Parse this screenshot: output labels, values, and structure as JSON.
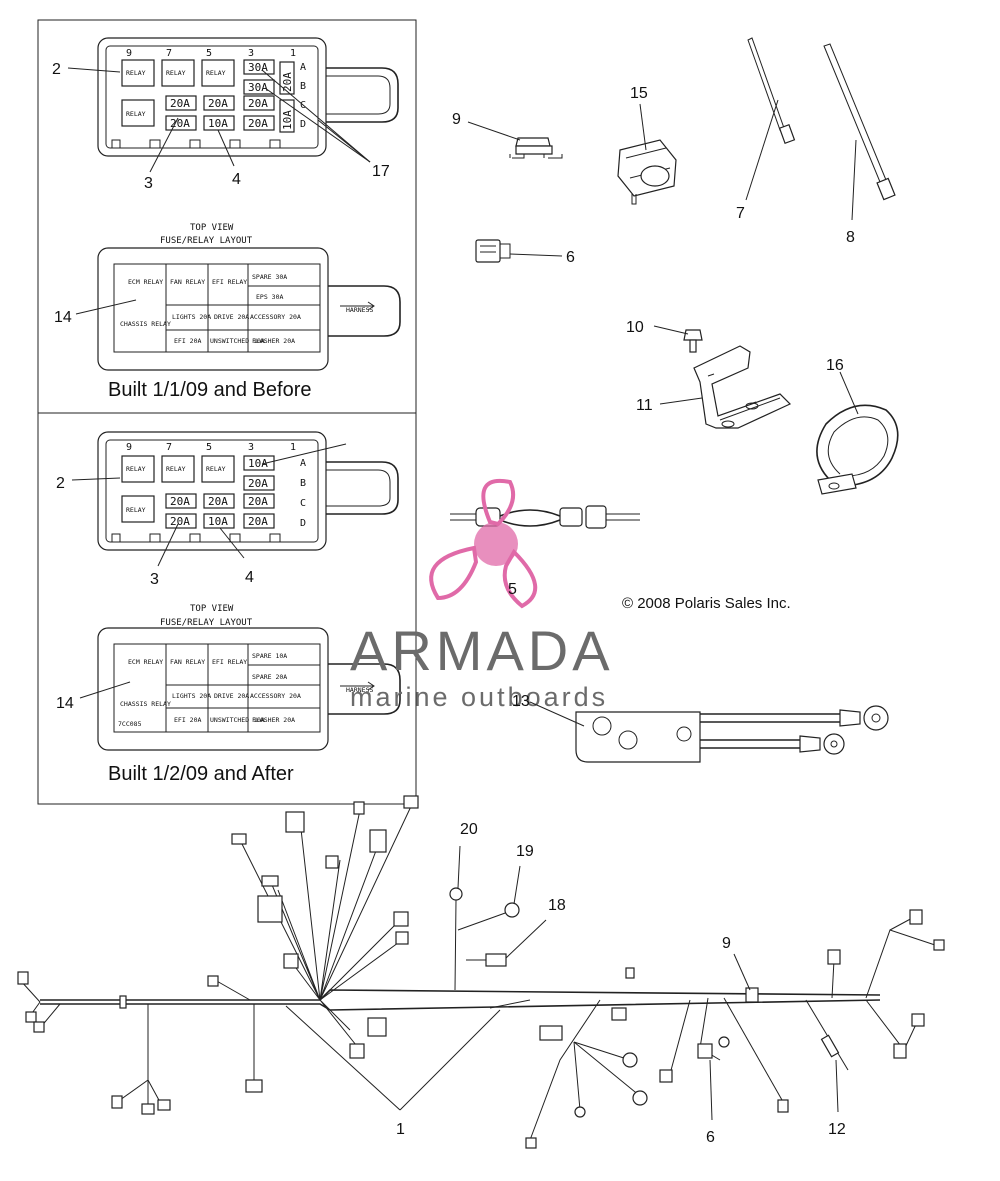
{
  "panel_top": {
    "caption": "Built 1/1/09 and Before",
    "view_title_1": "TOP VIEW",
    "view_title_2": "FUSE/RELAY LAYOUT",
    "col_numbers": [
      "9",
      "7",
      "5",
      "3",
      "1"
    ],
    "row_letters": [
      "A",
      "B",
      "C",
      "D"
    ],
    "relay_label": "RELAY",
    "fuses_row1": [
      "30A",
      "30A"
    ],
    "fuses_row2": [
      "20A",
      "20A",
      "20A"
    ],
    "fuses_row3": [
      "20A",
      "10A",
      "20A"
    ],
    "side_fuses": [
      "20A",
      "10A"
    ],
    "layout_cells": {
      "ecm": "ECM RELAY",
      "fan": "FAN RELAY",
      "efi_relay": "EFI RELAY",
      "spare": "SPARE 30A",
      "eps": "EPS 30A",
      "chassis": "CHASSIS RELAY",
      "lights": "LIGHTS 20A",
      "drive": "DRIVE 20A",
      "accessory": "ACCESSORY 20A",
      "efi_fuse": "EFI 20A",
      "unswitched": "UNSWITCHED 10A",
      "flasher": "FLASHER 20A"
    },
    "harness_tag": "HARNESS",
    "callouts": [
      "2",
      "3",
      "4",
      "14",
      "17"
    ]
  },
  "panel_bottom": {
    "caption": "Built 1/2/09 and After",
    "view_title_1": "TOP VIEW",
    "view_title_2": "FUSE/RELAY LAYOUT",
    "col_numbers": [
      "9",
      "7",
      "5",
      "3",
      "1"
    ],
    "row_letters": [
      "A",
      "B",
      "C",
      "D"
    ],
    "relay_label": "RELAY",
    "fuses_row1": [
      "10A",
      "20A"
    ],
    "fuses_row2": [
      "20A",
      "20A",
      "20A"
    ],
    "fuses_row3": [
      "20A",
      "10A",
      "20A"
    ],
    "layout_cells": {
      "ecm": "ECM RELAY",
      "fan": "FAN RELAY",
      "efi_relay": "EFI RELAY",
      "spare": "SPARE 10A",
      "spare2": "SPARE 20A",
      "chassis": "CHASSIS RELAY",
      "lights": "LIGHTS 20A",
      "drive": "DRIVE 20A",
      "accessory": "ACCESSORY 20A",
      "efi_fuse": "EFI 20A",
      "unswitched": "UNSWITCHED 10A",
      "flasher": "FLASHER 20A"
    },
    "part_code": "7CC085",
    "harness_tag": "HARNESS",
    "callouts": [
      "2",
      "3",
      "4",
      "14"
    ]
  },
  "parts": {
    "callouts": [
      "1",
      "5",
      "6",
      "6",
      "7",
      "8",
      "9",
      "9",
      "10",
      "11",
      "12",
      "13",
      "15",
      "16",
      "18",
      "19",
      "20"
    ]
  },
  "copyright": "© 2008 Polaris Sales Inc.",
  "watermark": {
    "brand": "ARMADA",
    "tagline": "marine outboards",
    "logo_color": "#e06aa8",
    "text_color": "#6b6b6b"
  }
}
